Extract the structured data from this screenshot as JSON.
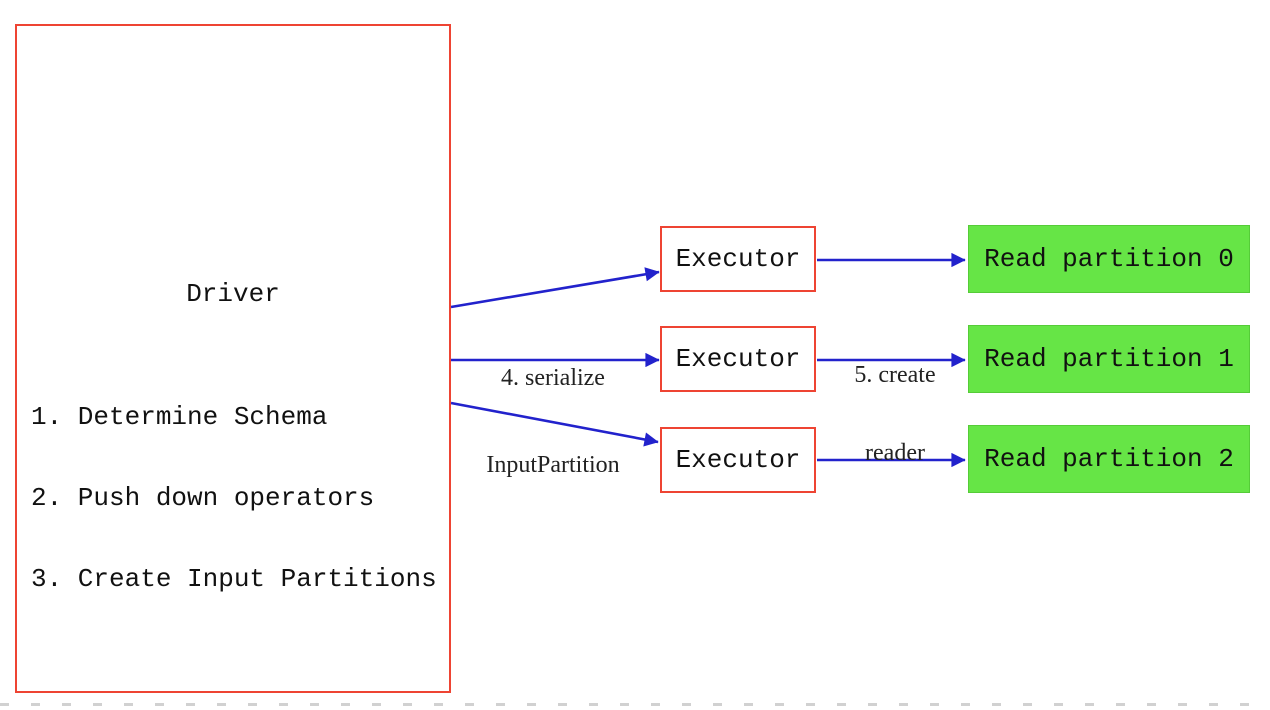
{
  "diagram": {
    "driver": {
      "title": "Driver",
      "steps": [
        "1. Determine Schema",
        "2. Push down operators",
        "3. Create Input Partitions"
      ]
    },
    "executors": [
      {
        "label": "Executor"
      },
      {
        "label": "Executor"
      },
      {
        "label": "Executor"
      }
    ],
    "read_partitions": [
      {
        "label": "Read partition 0"
      },
      {
        "label": "Read partition 1"
      },
      {
        "label": "Read partition 2"
      }
    ],
    "arrow_labels": {
      "serialize": [
        "4. serialize",
        "InputPartition"
      ],
      "create_reader": [
        "5. create",
        "reader"
      ]
    }
  },
  "colors": {
    "box-border-red": "#ee4433",
    "arrow-blue": "#2222cc",
    "partition-green": "#66e546",
    "partition-green-edge": "#55cc38",
    "text-color": "#111111"
  }
}
